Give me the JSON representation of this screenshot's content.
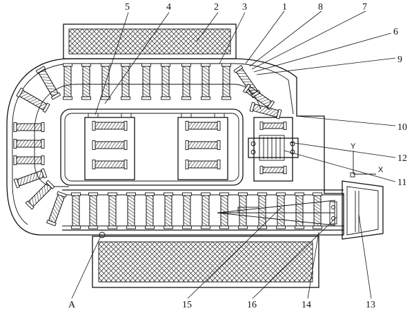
{
  "labels": {
    "l1": "1",
    "l2": "2",
    "l3": "3",
    "l4": "4",
    "l5": "5",
    "l6": "6",
    "l7": "7",
    "l8": "8",
    "l9": "9",
    "l10": "10",
    "l11": "11",
    "l12": "12",
    "l13": "13",
    "l14": "14",
    "l15": "15",
    "l16": "16",
    "lA": "A"
  },
  "axes": {
    "y": "Y",
    "x": "X"
  }
}
